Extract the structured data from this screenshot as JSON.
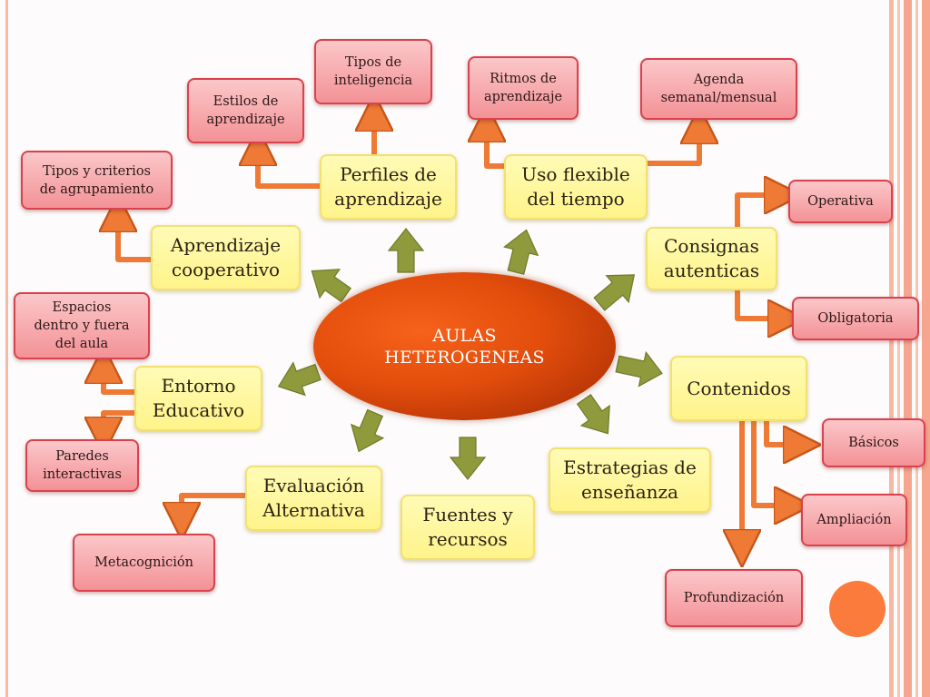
{
  "center": {
    "line1": "AULAS",
    "line2": "HETEROGENEAS"
  },
  "nodes": {
    "perfiles": {
      "line1": "Perfiles de",
      "line2": "aprendizaje"
    },
    "uso": {
      "line1": "Uso flexible",
      "line2": "del tiempo"
    },
    "aprendizaje": {
      "line1": "Aprendizaje",
      "line2": "cooperativo"
    },
    "consignas": {
      "line1": "Consignas",
      "line2": "autenticas"
    },
    "entorno": {
      "line1": "Entorno",
      "line2": "Educativo"
    },
    "contenidos": {
      "line1": "Contenidos"
    },
    "evaluacion": {
      "line1": "Evaluación",
      "line2": "Alternativa"
    },
    "fuentes": {
      "line1": "Fuentes y",
      "line2": "recursos"
    },
    "estrategias": {
      "line1": "Estrategias de",
      "line2": "enseñanza"
    }
  },
  "leaves": {
    "tipos_inteligencia": {
      "line1": "Tipos de",
      "line2": "inteligencia"
    },
    "estilos": {
      "line1": "Estilos de",
      "line2": "aprendizaje"
    },
    "ritmos": {
      "line1": "Ritmos de",
      "line2": "aprendizaje"
    },
    "agenda": {
      "line1": "Agenda",
      "line2": "semanal/mensual"
    },
    "tipos_agrupamiento": {
      "line1": "Tipos y criterios",
      "line2": "de agrupamiento"
    },
    "operativa": {
      "line1": "Operativa"
    },
    "espacios": {
      "line1": "Espacios",
      "line2": "dentro y fuera",
      "line3": "del aula"
    },
    "obligatoria": {
      "line1": "Obligatoria"
    },
    "paredes": {
      "line1": "Paredes",
      "line2": "interactivas"
    },
    "basicos": {
      "line1": "Básicos"
    },
    "ampliacion": {
      "line1": "Ampliación"
    },
    "metacognicion": {
      "line1": "Metacognición"
    },
    "profundizacion": {
      "line1": "Profundización"
    }
  },
  "colors": {
    "center": "#e24d0c",
    "node_fill": "#fff5a0",
    "leaf_fill": "#f6a9ac",
    "leaf_border": "#d9424d",
    "olive_arrow": "#8f9a3c",
    "orange_arrow": "#ee7a35",
    "accent_dot": "#fb7b3c",
    "frame_stripes": "#f6b3a0"
  }
}
